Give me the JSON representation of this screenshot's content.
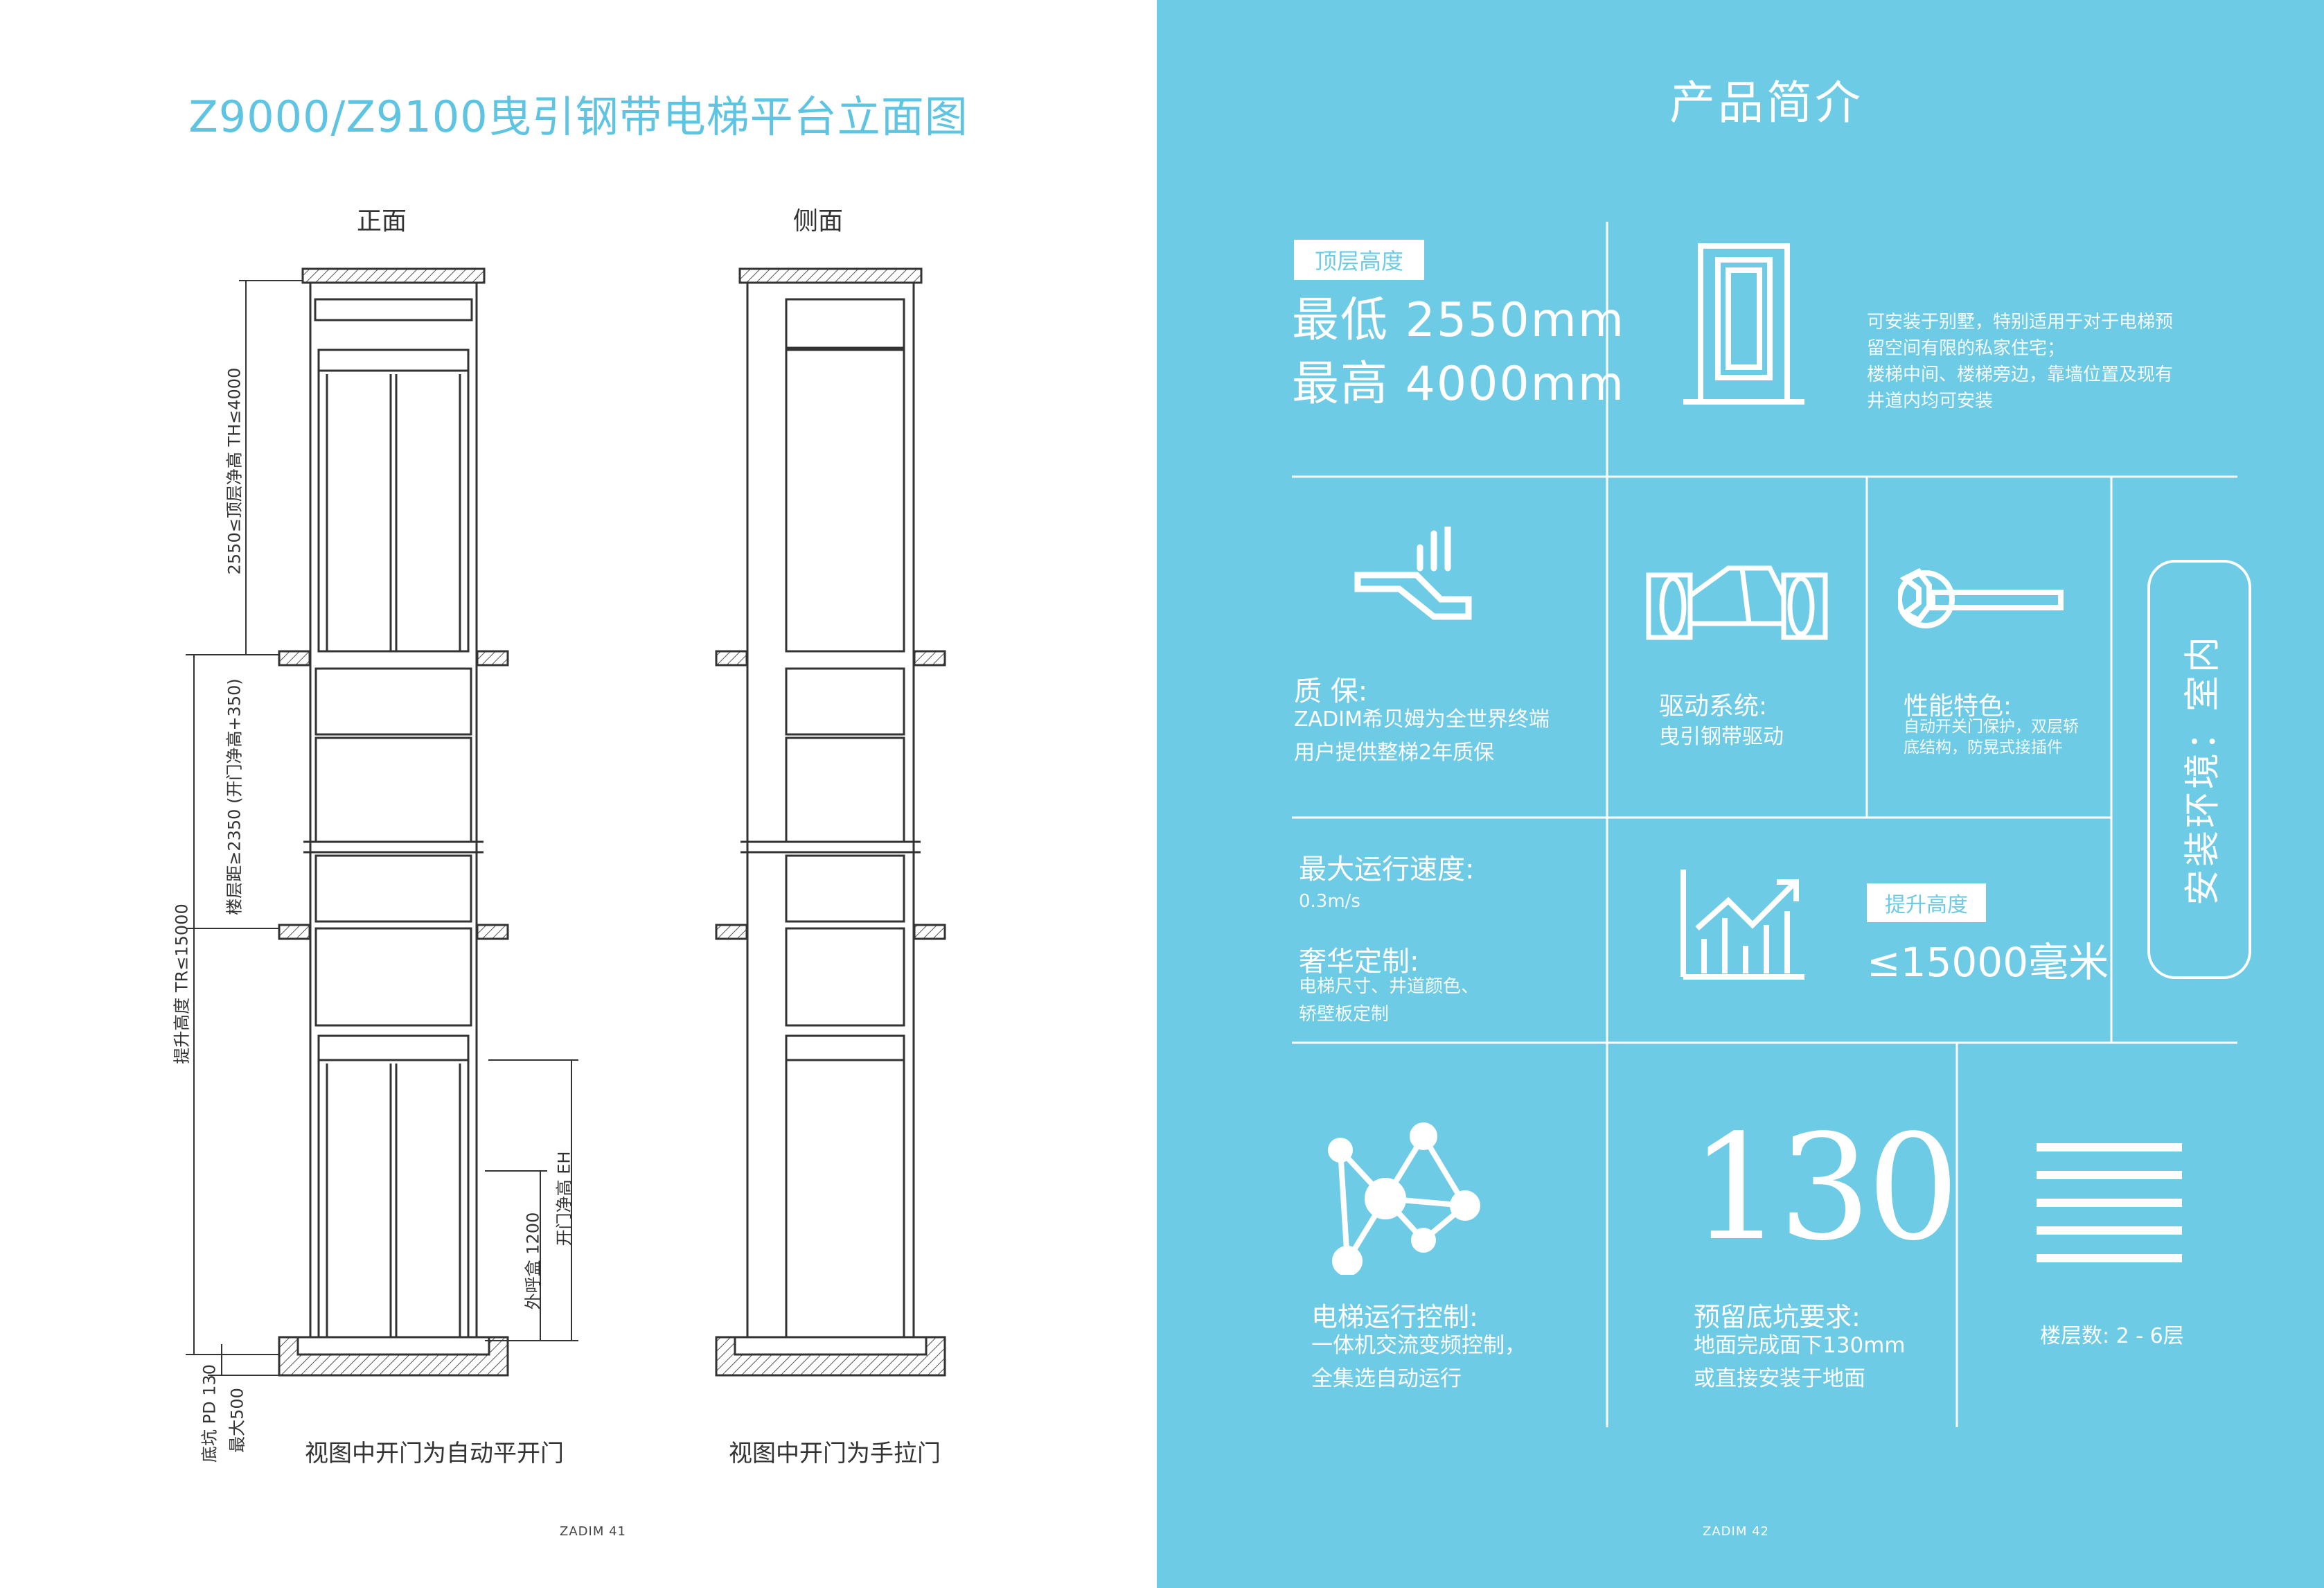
{
  "left_page": {
    "title": "Z9000/Z9100曳引钢带电梯平台立面图",
    "front_label": "正面",
    "side_label": "侧面",
    "front_caption": "视图中开门为自动平开门",
    "side_caption": "视图中开门为手拉门",
    "folio_brand": "ZADIM",
    "folio_page": "41",
    "dims": {
      "top_height": "2550≤顶层净高 TH≤4000",
      "floor_distance": "楼层距≥2350 (开门净高+350)",
      "travel": "提升高度 TR≤15000",
      "door_height": "开门净高 EH",
      "sill": "外呼盒 1200",
      "pit": "底坑 PD 130",
      "pit_max": "最大500"
    }
  },
  "right_page": {
    "title": "产品简介",
    "top_floor": {
      "badge": "顶层高度",
      "min": "最低 2550mm",
      "max": "最高 4000mm"
    },
    "install_note": [
      "可安装于别墅，特别适用于对于电梯预",
      "留空间有限的私家住宅；",
      "楼梯中间、楼梯旁边，靠墙位置及现有",
      "井道内均可安装"
    ],
    "warranty": {
      "title": "质 保:",
      "text": [
        "ZADIM希贝姆为全世界终端",
        "用户提供整梯2年质保"
      ]
    },
    "drive": {
      "title": "驱动系统:",
      "text": "曳引钢带驱动"
    },
    "performance": {
      "title": "性能特色:",
      "text": [
        "自动开关门保护，双层轿",
        "底结构，防晃式接插件"
      ]
    },
    "environment": "安装环境：室内",
    "speed": {
      "title": "最大运行速度:",
      "value": "0.3m/s"
    },
    "custom": {
      "title": "奢华定制:",
      "text": [
        "电梯尺寸、井道颜色、",
        "轿壁板定制"
      ]
    },
    "lift_height": {
      "badge": "提升高度",
      "value": "≤15000毫米"
    },
    "control": {
      "title": "电梯运行控制:",
      "text": [
        "一体机交流变频控制，",
        "全集选自动运行"
      ]
    },
    "pit": {
      "number": "130",
      "title": "预留底坑要求:",
      "text": [
        "地面完成面下130mm",
        "或直接安装于地面"
      ]
    },
    "floors": "楼层数: 2 - 6层",
    "folio_brand": "ZADIM",
    "folio_page": "42"
  },
  "icons": [
    "door-icon",
    "hand-icon",
    "motor-icon",
    "wrench-icon",
    "chart-icon",
    "network-icon",
    "lines-icon"
  ],
  "colors": {
    "accent": "#6dcbe6",
    "title_blue": "#5ec4e1",
    "line": "#333333"
  }
}
